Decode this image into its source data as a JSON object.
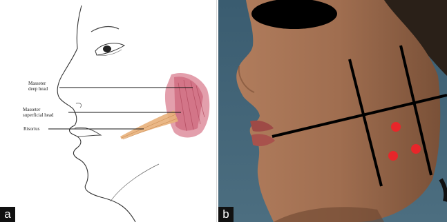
{
  "panel_a": {
    "tag": "a",
    "labels": {
      "deep_head_line1": "Masseter",
      "deep_head_line2": "deep head",
      "superficial_line1": "Masseter",
      "superficial_line2": "superficial head",
      "risorius": "Risorius"
    }
  },
  "panel_b": {
    "tag": "b",
    "marker_color": "#e8262a",
    "line_color": "#000000"
  }
}
